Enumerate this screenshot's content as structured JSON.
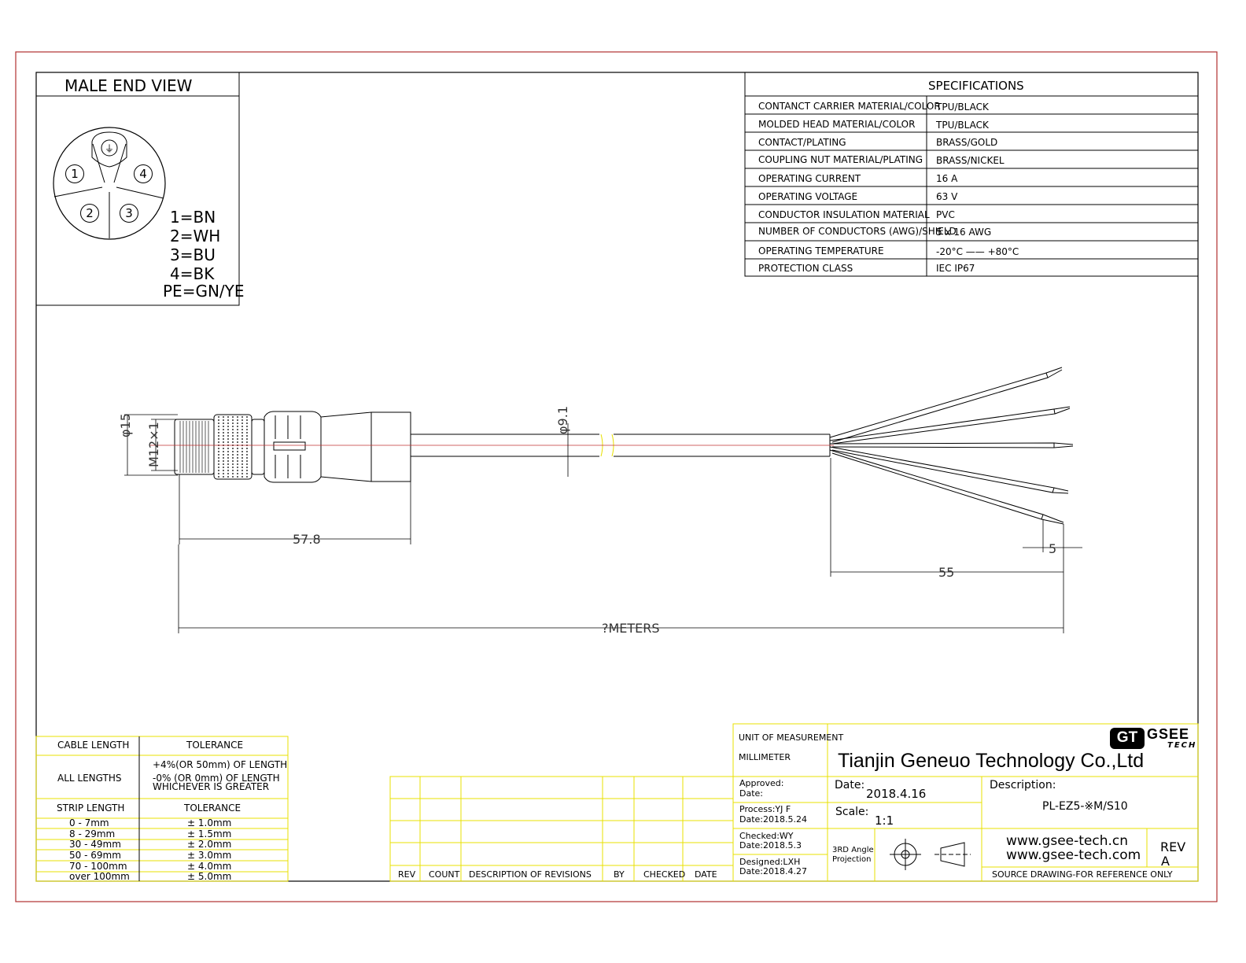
{
  "male_end_view": {
    "title": "MALE END VIEW",
    "pins": [
      "1",
      "2",
      "3",
      "4"
    ],
    "wiring": [
      "1=BN",
      "2=WH",
      "3=BU",
      "4=BK",
      "PE=GN/YE"
    ]
  },
  "specifications": {
    "title": "SPECIFICATIONS",
    "rows": [
      {
        "label": "CONTANCT CARRIER MATERIAL/COLOR",
        "value": "TPU/BLACK"
      },
      {
        "label": "MOLDED HEAD MATERIAL/COLOR",
        "value": "TPU/BLACK"
      },
      {
        "label": "CONTACT/PLATING",
        "value": "BRASS/GOLD"
      },
      {
        "label": "COUPLING NUT MATERIAL/PLATING",
        "value": "BRASS/NICKEL"
      },
      {
        "label": "OPERATING CURRENT",
        "value": "16 A"
      },
      {
        "label": "OPERATING VOLTAGE",
        "value": "63 V"
      },
      {
        "label": "CONDUCTOR INSULATION MATERIAL",
        "value": "PVC"
      },
      {
        "label": "NUMBER OF CONDUCTORS (AWG)/SHIELD",
        "value": "5 x 16 AWG"
      },
      {
        "label": "OPERATING TEMPERATURE",
        "value": "-20°C —— +80°C"
      },
      {
        "label": "PROTECTION CLASS",
        "value": "IEC  IP67"
      }
    ]
  },
  "dimensions": {
    "dia15": "φ15",
    "thread": "M12×1",
    "dia9": "φ9.1",
    "len_head": "57.8",
    "strip": "5",
    "len_wires": "55",
    "total": "?METERS"
  },
  "tolerance_table": {
    "cable_header": [
      "CABLE LENGTH",
      "TOLERANCE"
    ],
    "all_lengths_label": "ALL LENGTHS",
    "all_lengths_tol": [
      "+4%(OR 50mm) OF LENGTH",
      "-0%  (OR 0mm)   OF LENGTH",
      "WHICHEVER  IS  GREATER"
    ],
    "strip_header": [
      "STRIP LENGTH",
      "TOLERANCE"
    ],
    "strip_rows": [
      [
        "0 - 7mm",
        "± 1.0mm"
      ],
      [
        "8 - 29mm",
        "± 1.5mm"
      ],
      [
        "30 - 49mm",
        "± 2.0mm"
      ],
      [
        "50 - 69mm",
        "± 3.0mm"
      ],
      [
        "70 - 100mm",
        "± 4.0mm"
      ],
      [
        "over 100mm",
        "± 5.0mm"
      ]
    ]
  },
  "revisions": {
    "headers": [
      "REV",
      "COUNT",
      "DESCRIPTION  OF  REVISIONS",
      "BY",
      "CHECKED",
      "DATE"
    ]
  },
  "title_block": {
    "unit_label": "UNIT OF MEASUREMENT",
    "unit_value": "MILLIMETER",
    "company": "Tianjin Geneuo Technology Co.,Ltd",
    "logo_mark": "GT",
    "logo_name": "GSEE",
    "logo_sub": "TECH",
    "approved": "Approved:",
    "approved_date": "Date:",
    "date_label": "Date:",
    "date_value": "2018.4.16",
    "description_label": "Description:",
    "description_value": "PL-EZ5-※M/S10",
    "process": "Process:YJ F",
    "process_date": "Date:2018.5.24",
    "scale_label": "Scale:",
    "scale_value": "1:1",
    "checked": "Checked:WY",
    "checked_date": "Date:2018.5.3",
    "projection": [
      "3RD Angle",
      "Projection"
    ],
    "url1": "www.gsee-tech.cn",
    "url2": "www.gsee-tech.com",
    "rev_label": "REV",
    "rev_value": "A",
    "designed": "Designed:LXH",
    "designed_date": "Date:2018.4.27",
    "source_note": "SOURCE DRAWING-FOR REFERENCE ONLY"
  }
}
